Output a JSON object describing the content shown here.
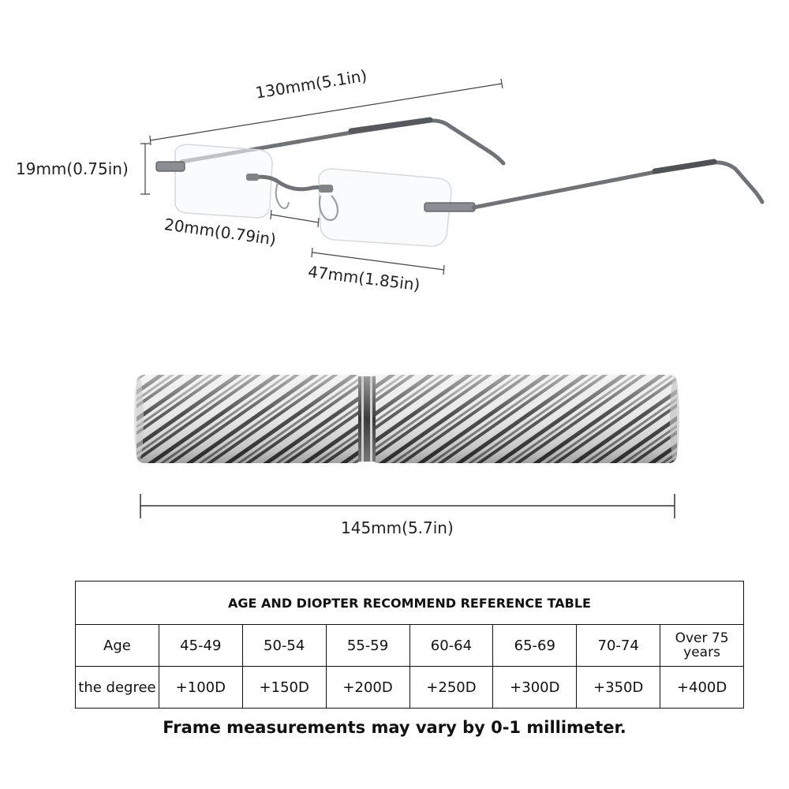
{
  "dimensions": {
    "total_length": "130mm(5.1in)",
    "lens_height": "19mm(0.75in)",
    "bridge_width": "20mm(0.79in)",
    "lens_width": "47mm(1.85in)",
    "case_length": "145mm(5.7in)"
  },
  "table": {
    "title": "AGE AND DIOPTER RECOMMEND REFERENCE TABLE",
    "row_headers": [
      "Age",
      "the degree"
    ],
    "ages": [
      "45-49",
      "50-54",
      "55-59",
      "60-64",
      "65-69",
      "70-74",
      "Over 75 years"
    ],
    "degrees": [
      "+100D",
      "+150D",
      "+200D",
      "+250D",
      "+300D",
      "+350D",
      "+400D"
    ]
  },
  "note": "Frame measurements may vary by 0-1 millimeter.",
  "colors": {
    "frame": "#6f7377",
    "case_light": "#dcdcdc",
    "case_dark": "#4a4a4a"
  }
}
